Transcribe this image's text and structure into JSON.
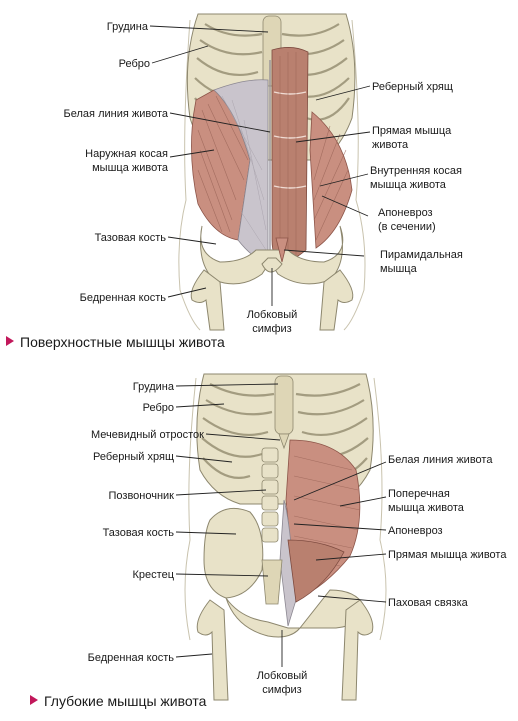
{
  "figure1": {
    "labels": {
      "sternum": "Грудина",
      "rib": "Ребро",
      "costal_arch": "Реберный хрящ",
      "linea_alba": "Белая линия живота",
      "rectus_1": "Прямая мышца",
      "rectus_2": "живота",
      "external_oblique_1": "Наружная косая",
      "external_oblique_2": "мышца живота",
      "internal_oblique_1": "Внутренняя косая",
      "internal_oblique_2": "мышца живота",
      "aponeurosis_1": "Апоневроз",
      "aponeurosis_2": "(в сечении)",
      "pelvic_bone": "Тазовая кость",
      "pyramidal_1": "Пирамидальная",
      "pyramidal_2": "мышца",
      "femur": "Бедренная кость",
      "symphysis_1": "Лобковый",
      "symphysis_2": "симфиз"
    },
    "caption": "Поверхностные мышцы живота"
  },
  "figure2": {
    "labels": {
      "sternum": "Грудина",
      "rib": "Ребро",
      "xiphoid": "Мечевидный отросток",
      "costal_arch": "Реберный хрящ",
      "spine": "Позвоночник",
      "pelvic_bone": "Тазовая кость",
      "sacrum": "Крестец",
      "femur": "Бедренная кость",
      "symphysis_1": "Лобковый",
      "symphysis_2": "симфиз",
      "linea_alba": "Белая линия живота",
      "transverse_1": "Поперечная",
      "transverse_2": "мышца живота",
      "aponeurosis": "Апоневроз",
      "rectus": "Прямая мышца живота",
      "inguinal": "Паховая связка"
    },
    "caption": "Глубокие мышцы живота"
  },
  "colors": {
    "bullet": "#c2185b",
    "muscle": "#c98f80",
    "bone": "#e8e2c8",
    "aponeurosis": "#c9c4cc"
  }
}
